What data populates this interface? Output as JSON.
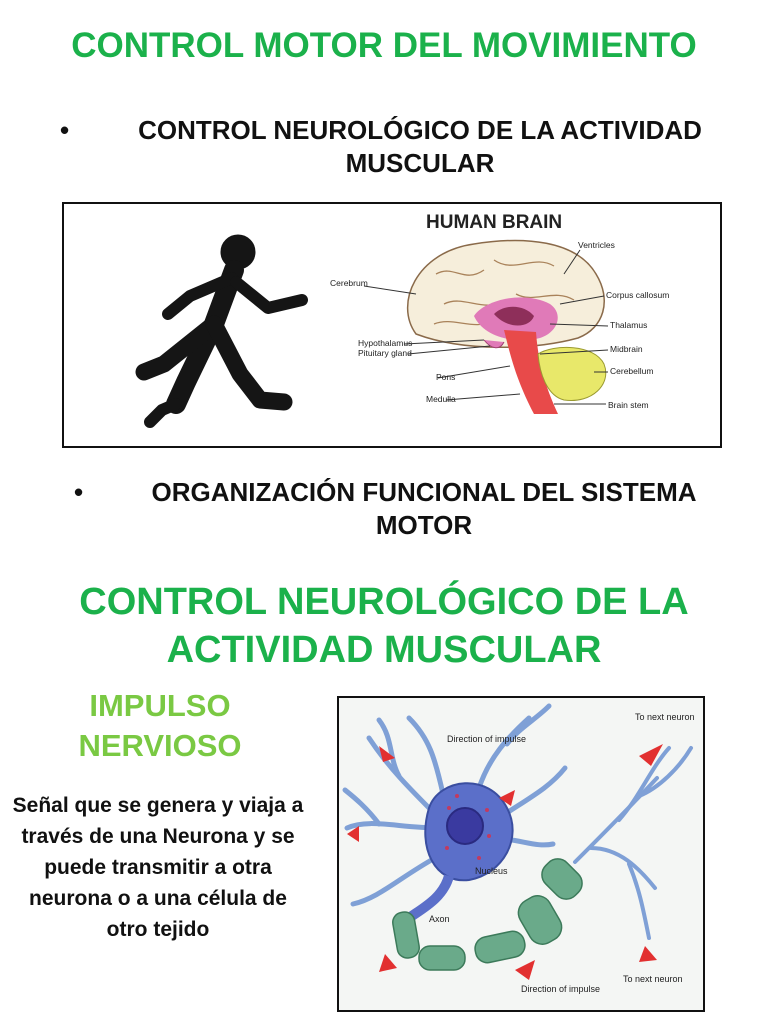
{
  "title_main": "CONTROL MOTOR DEL MOVIMIENTO",
  "bullet_1": "CONTROL NEUROLÓGICO DE LA ACTIVIDAD MUSCULAR",
  "bullet_2": "ORGANIZACIÓN FUNCIONAL DEL SISTEMA MOTOR",
  "bullet_char": "•",
  "brain_figure": {
    "heading": "HUMAN BRAIN",
    "labels": {
      "ventricles": "Ventricles",
      "cerebrum": "Cerebrum",
      "corpus_callosum": "Corpus callosum",
      "thalamus": "Thalamus",
      "hypothalamus": "Hypothalamus",
      "pituitary": "Pituitary gland",
      "midbrain": "Midbrain",
      "cerebellum": "Cerebellum",
      "pons": "Pons",
      "medulla": "Medulla",
      "brain_stem": "Brain stem"
    }
  },
  "section_title": "CONTROL NEUROLÓGICO DE LA ACTIVIDAD MUSCULAR",
  "impulse_title": "IMPULSO NERVIOSO",
  "impulse_text": "Señal que se genera y viaja a través de una Neurona y se puede transmitir a otra neurona o a una célula de otro tejido",
  "neuron_figure": {
    "labels": {
      "direction_top": "Direction of impulse",
      "to_next_top": "To next neuron",
      "nucleus": "Nucleus",
      "axon": "Axon",
      "direction_bottom": "Direction of impulse",
      "to_next_bottom": "To next neuron"
    }
  },
  "colors": {
    "title_green": "#1bb14b",
    "subtitle_green": "#7ac943",
    "brain_pink": "#e07ab8",
    "brain_yellow": "#e8e86a",
    "brain_red": "#e84a4a",
    "neuron_blue": "#7fa0d6",
    "axon_green": "#6aaa8a",
    "arrow_red": "#e23030"
  }
}
